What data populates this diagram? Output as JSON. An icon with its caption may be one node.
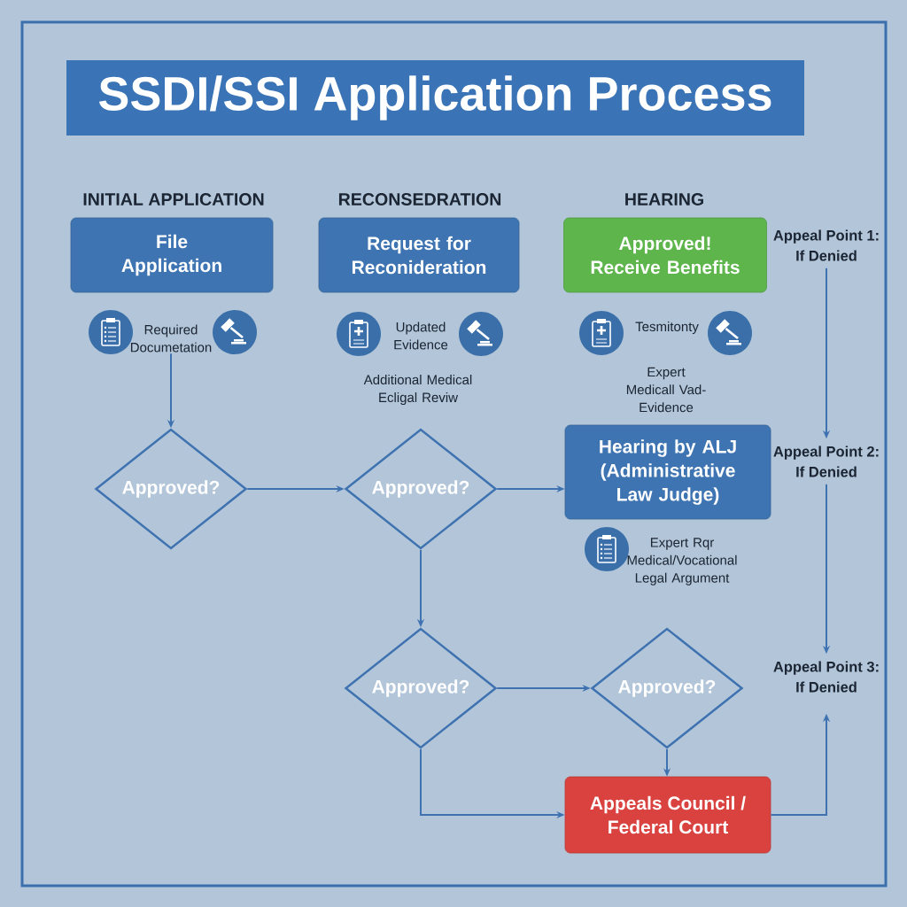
{
  "diagram": {
    "title": "SSDI/SSI Application Process",
    "nodes": [
      {
        "text": [
          "File Application"
        ]
      },
      {
        "text": [
          "Request for Reconideration"
        ]
      },
      {
        "text": [
          "Approved! Receive Benefits"
        ]
      },
      {
        "text": [
          "Appeal Point 1: If Denied"
        ]
      },
      {
        "text": [
          "Required Documetation"
        ]
      },
      {
        "text": [
          "Approved?"
        ]
      },
      {
        "text": [
          "Approved?"
        ]
      },
      {
        "text": [
          "Hearing by ALJ (Administrative Law Judge)"
        ]
      },
      {
        "text": [
          "Appeal Point 2: If Denied"
        ]
      },
      {
        "text": [
          "Approved?"
        ]
      },
      {
        "text": [
          "Approved?"
        ]
      },
      {
        "text": [
          "Appeal Point 3: If Denied"
        ]
      },
      {
        "text": [
          "Appeals Council / Federal Court"
        ]
      }
    ],
    "edges": [
      {
        "from": 4,
        "to": 5,
        "arrow": "to"
      },
      {
        "from": 5,
        "to": 6,
        "arrow": "to"
      },
      {
        "from": 6,
        "to": 7,
        "arrow": "to"
      },
      {
        "from": 6,
        "to": 9,
        "arrow": "to"
      },
      {
        "from": 9,
        "to": 10,
        "arrow": "to"
      },
      {
        "from": 10,
        "to": 12,
        "arrow": "to"
      },
      {
        "from": 9,
        "to": 12,
        "arrow": "to"
      },
      {
        "from": 3,
        "to": 8,
        "arrow": "to"
      },
      {
        "from": 8,
        "to": 11,
        "arrow": "to"
      },
      {
        "from": 12,
        "to": 11,
        "arrow": "to"
      }
    ],
    "labels": [
      "INITIAL APPLICATION",
      "RECONSEDRATION",
      "HEARING",
      "Updated Evidence",
      "Tesmitonty",
      "Additional Medical Ecligal Reviw",
      "Expert Medicall Vad- Evidence",
      "Expert Rqr Medical/Vocational Legal Argument"
    ]
  }
}
